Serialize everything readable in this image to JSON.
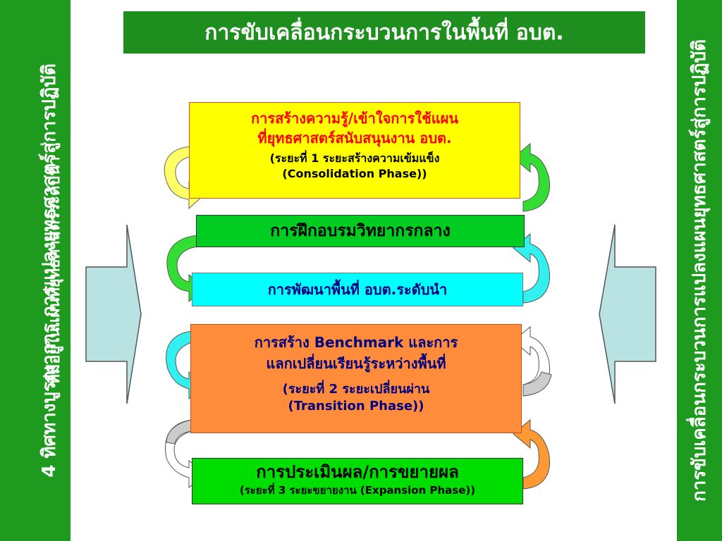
{
  "title": "การขับเคลื่อนกระบวนการในพื้นที่ อบต.",
  "left_sidebar": {
    "line1": "4 ทิศทางบูรณาการ การแปลงยุทธศาสตร์สู่การปฏิบัติ",
    "line2": "ที่มีอยู่ในแผนที่ยุทธศาสตร์ระดับนำ"
  },
  "right_sidebar": {
    "line1": "การขับเคลื่อนกระบวนการแปลงแผนยุทธศาสตร์สู่การปฏิบัติ"
  },
  "boxes": {
    "consolidation": {
      "line1": "การสร้างความรู้/เข้าใจการใช้แผน",
      "line2": "ที่ยุทธศาสตร์สนับสนุนงาน อบต.",
      "phase1": "(ระยะที่ 1  ระยะสร้างความเข้มแข็ง",
      "phase2": "(Consolidation Phase))"
    },
    "training": {
      "label": "การฝึกอบรมวิทยากรกลาง"
    },
    "leading": {
      "label": "การพัฒนาพื้นที่ อบต.ระดับนำ"
    },
    "benchmark": {
      "line1": "การสร้าง Benchmark และการ",
      "line2": "แลกเปลี่ยนเรียนรู้ระหว่างพื้นที่",
      "phase1": "(ระยะที่ 2  ระยะเปลี่ยนผ่าน",
      "phase2": "(Transition Phase))"
    },
    "evaluation": {
      "line1": "การประเมินผล/การขยายผล",
      "line2": "(ระยะที่ 3 ระยะขยายงาน (Expansion Phase))"
    }
  },
  "colors": {
    "sidebar_green": "#1e9a1e",
    "arrow_fill": "#b9e3e3",
    "yellow": "#ffff00",
    "green": "#00cc22",
    "cyan": "#00ffff",
    "orange": "#ff8c3a"
  }
}
